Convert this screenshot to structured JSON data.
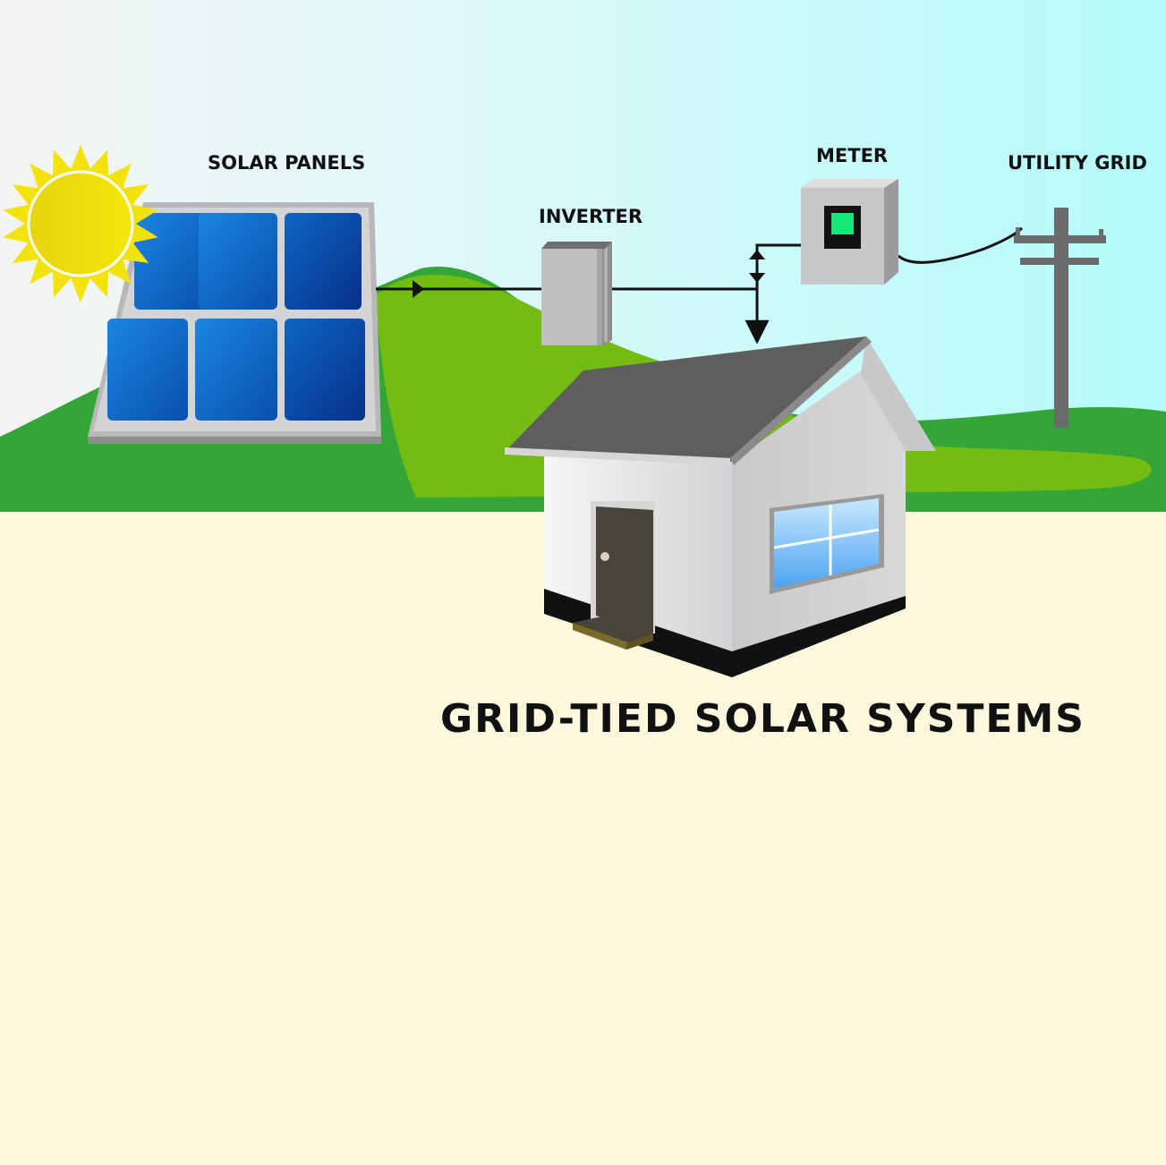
{
  "labels": {
    "solar_panels": "SOLAR PANELS",
    "inverter": "INVERTER",
    "meter": "METER",
    "utility_grid": "UTILITY GRID"
  },
  "title": "GRID-TIED SOLAR SYSTEMS",
  "colors": {
    "sky_left": "#f4f4f4",
    "sky_right": "#b4fbfb",
    "hill_dark": "#33a637",
    "hill_light": "#72bc13",
    "ground": "#fcf8de",
    "sun": "#f3e20e",
    "panel_cell": "#0c63c2",
    "meter_screen": "#14e87a",
    "roof": "#5e5e5e",
    "door": "#47443a"
  }
}
